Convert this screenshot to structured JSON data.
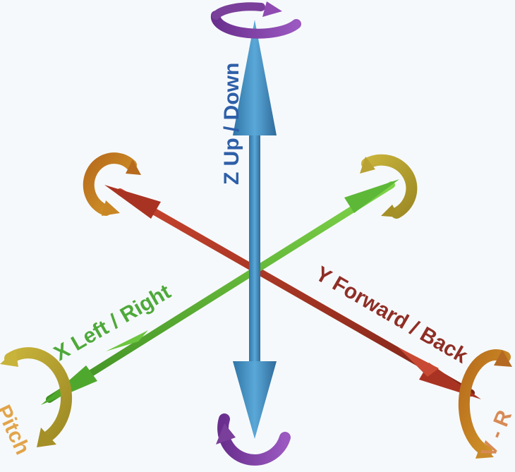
{
  "axes": {
    "z": {
      "label": "Z Up / Down",
      "color": "#3a86b6",
      "ring_color": "#7a3f9a"
    },
    "x": {
      "label": "X Left / Right",
      "color": "#58b832",
      "ring_color": "#b5a23a"
    },
    "y": {
      "label": "Y Forward / Back",
      "color": "#a43120",
      "ring_color": "#b46a22"
    }
  },
  "partial_labels": {
    "left": "Pitch",
    "right": "V - R"
  },
  "colors": {
    "background": "#f6f9fb",
    "z_text": "#2e5fa8",
    "x_text": "#4ea93a",
    "y_text": "#8f2e26",
    "pitch_text": "#e2a44a",
    "right_text": "#d88a55"
  },
  "icons": [
    "rotation-arrow-icon",
    "double-headed-arrow-icon"
  ]
}
